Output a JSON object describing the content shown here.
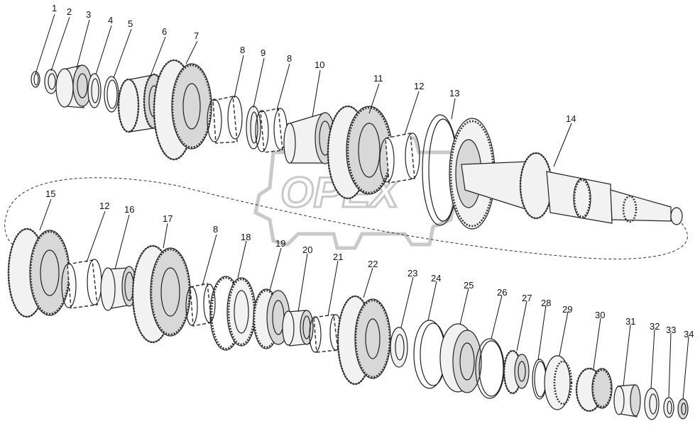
{
  "watermark": {
    "text": "OPEX"
  },
  "callouts": [
    {
      "label": "1"
    },
    {
      "label": "2"
    },
    {
      "label": "3"
    },
    {
      "label": "4"
    },
    {
      "label": "5"
    },
    {
      "label": "6"
    },
    {
      "label": "7"
    },
    {
      "label": "8"
    },
    {
      "label": "9"
    },
    {
      "label": "8"
    },
    {
      "label": "10"
    },
    {
      "label": "11"
    },
    {
      "label": "12"
    },
    {
      "label": "13"
    },
    {
      "label": "14"
    },
    {
      "label": "15"
    },
    {
      "label": "12"
    },
    {
      "label": "16"
    },
    {
      "label": "17"
    },
    {
      "label": "8"
    },
    {
      "label": "18"
    },
    {
      "label": "19"
    },
    {
      "label": "20"
    },
    {
      "label": "21"
    },
    {
      "label": "22"
    },
    {
      "label": "23"
    },
    {
      "label": "24"
    },
    {
      "label": "25"
    },
    {
      "label": "26"
    },
    {
      "label": "27"
    },
    {
      "label": "28"
    },
    {
      "label": "29"
    },
    {
      "label": "30"
    },
    {
      "label": "31"
    },
    {
      "label": "32"
    },
    {
      "label": "33"
    },
    {
      "label": "34"
    }
  ]
}
